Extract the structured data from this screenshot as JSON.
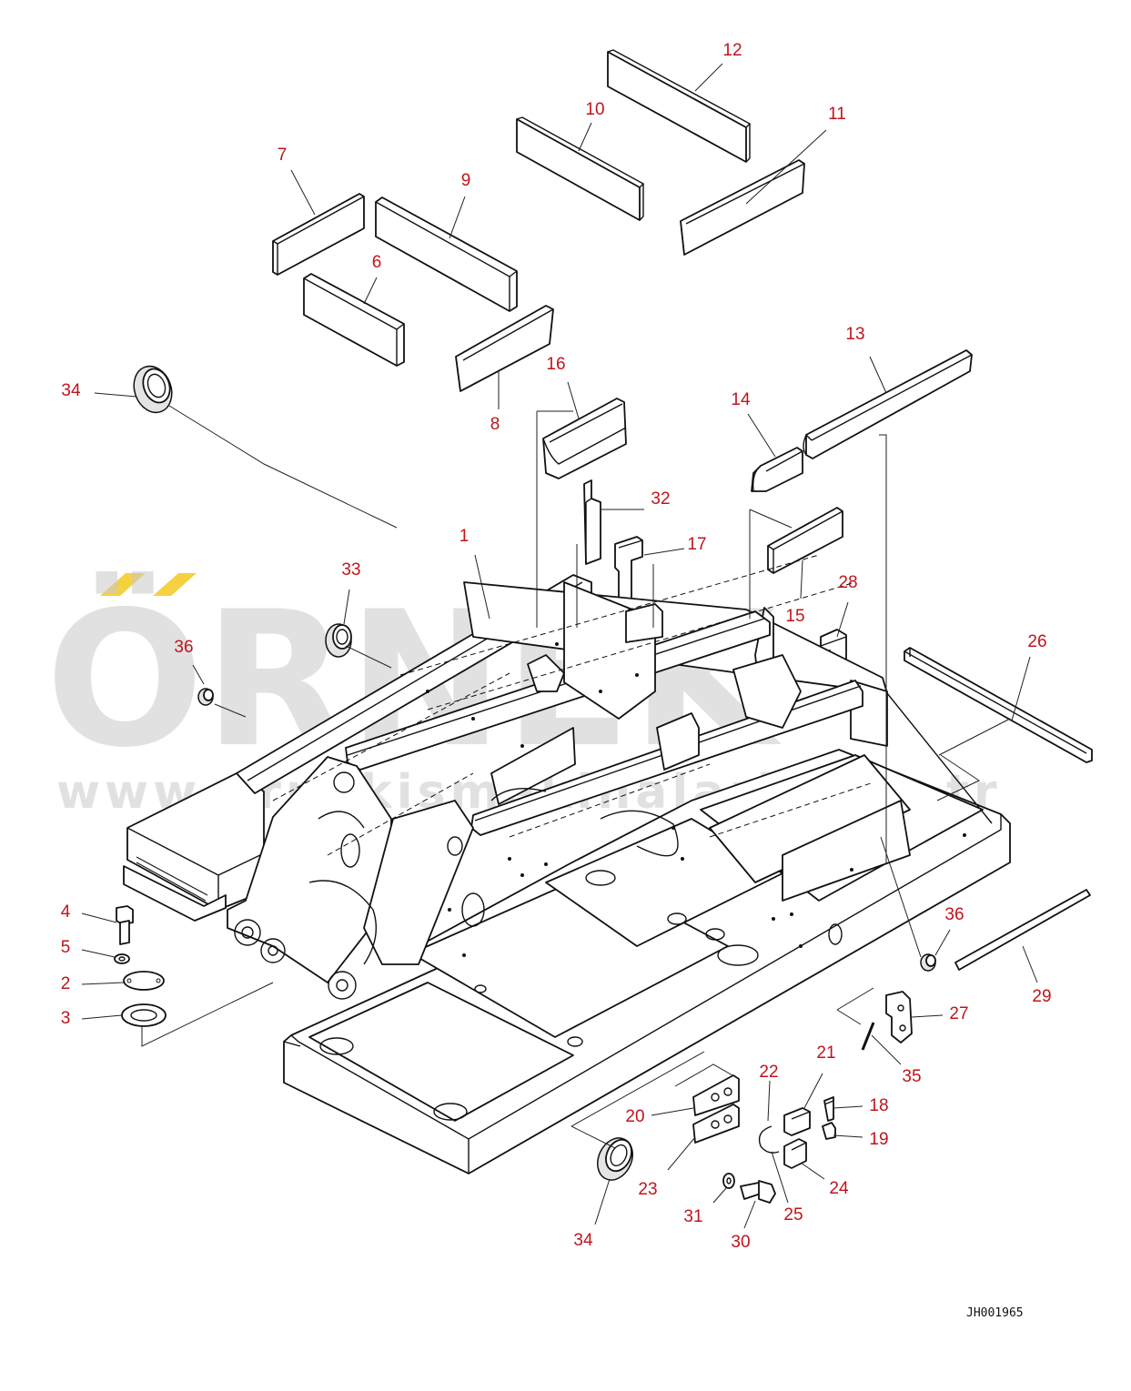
{
  "diagram": {
    "title": "",
    "drawing_code": "JH001965",
    "watermark": {
      "brand": "ÖRNEK",
      "url": "www.ornekismakinalari.com.tr",
      "accent_color": "#f2c200"
    },
    "label_color": "#c0141b",
    "callouts": [
      {
        "id": "c1",
        "text": "1"
      },
      {
        "id": "c2",
        "text": "2"
      },
      {
        "id": "c3",
        "text": "3"
      },
      {
        "id": "c4",
        "text": "4"
      },
      {
        "id": "c5",
        "text": "5"
      },
      {
        "id": "c6",
        "text": "6"
      },
      {
        "id": "c7",
        "text": "7"
      },
      {
        "id": "c8",
        "text": "8"
      },
      {
        "id": "c9",
        "text": "9"
      },
      {
        "id": "c10",
        "text": "10"
      },
      {
        "id": "c11",
        "text": "11"
      },
      {
        "id": "c12",
        "text": "12"
      },
      {
        "id": "c13",
        "text": "13"
      },
      {
        "id": "c14",
        "text": "14"
      },
      {
        "id": "c15",
        "text": "15"
      },
      {
        "id": "c16",
        "text": "16"
      },
      {
        "id": "c17",
        "text": "17"
      },
      {
        "id": "c18",
        "text": "18"
      },
      {
        "id": "c19",
        "text": "19"
      },
      {
        "id": "c20",
        "text": "20"
      },
      {
        "id": "c21",
        "text": "21"
      },
      {
        "id": "c22",
        "text": "22"
      },
      {
        "id": "c23",
        "text": "23"
      },
      {
        "id": "c24",
        "text": "24"
      },
      {
        "id": "c25",
        "text": "25"
      },
      {
        "id": "c26",
        "text": "26"
      },
      {
        "id": "c27",
        "text": "27"
      },
      {
        "id": "c28",
        "text": "28"
      },
      {
        "id": "c29",
        "text": "29"
      },
      {
        "id": "c30",
        "text": "30"
      },
      {
        "id": "c31",
        "text": "31"
      },
      {
        "id": "c32",
        "text": "32"
      },
      {
        "id": "c33",
        "text": "33"
      },
      {
        "id": "c34a",
        "text": "34"
      },
      {
        "id": "c34b",
        "text": "34"
      },
      {
        "id": "c35",
        "text": "35"
      },
      {
        "id": "c36a",
        "text": "36"
      },
      {
        "id": "c36b",
        "text": "36"
      }
    ]
  }
}
